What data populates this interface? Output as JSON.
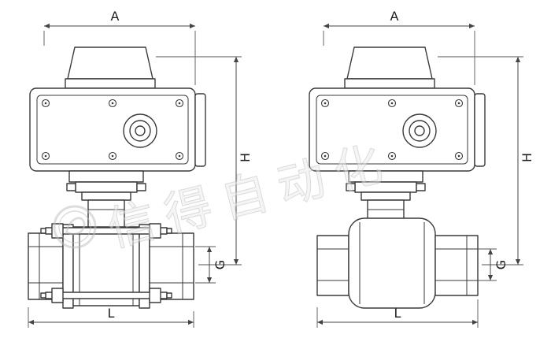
{
  "diagram": {
    "left_view": {
      "dim_a": "A",
      "dim_h": "H",
      "dim_g": "G",
      "dim_l": "L"
    },
    "right_view": {
      "dim_a": "A",
      "dim_h": "H",
      "dim_g": "G",
      "dim_l": "L"
    },
    "watermark": {
      "text": "信得自动化"
    },
    "colors": {
      "line": "#3a3a3a",
      "dimension": "#444444",
      "watermark": "#bdbdbd",
      "background": "#ffffff"
    }
  }
}
